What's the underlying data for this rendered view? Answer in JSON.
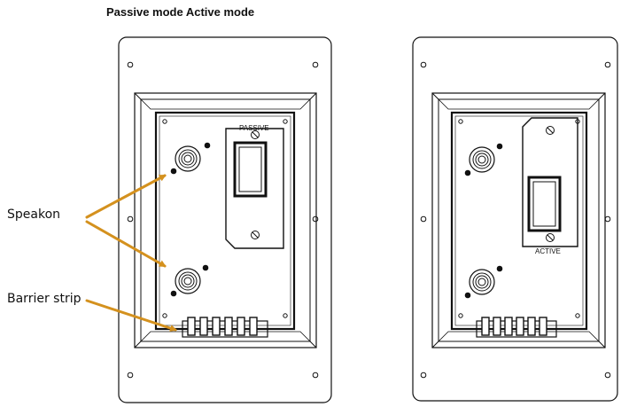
{
  "title": "Passive mode Active mode",
  "labels": {
    "speakon": "Speakon",
    "barrier_strip": "Barrier strip"
  },
  "panels": {
    "passive": {
      "switch_label": "PASSIVE"
    },
    "active": {
      "switch_label": "ACTIVE"
    }
  },
  "colors": {
    "outline": "#111111",
    "arrow": "#d4911e"
  }
}
